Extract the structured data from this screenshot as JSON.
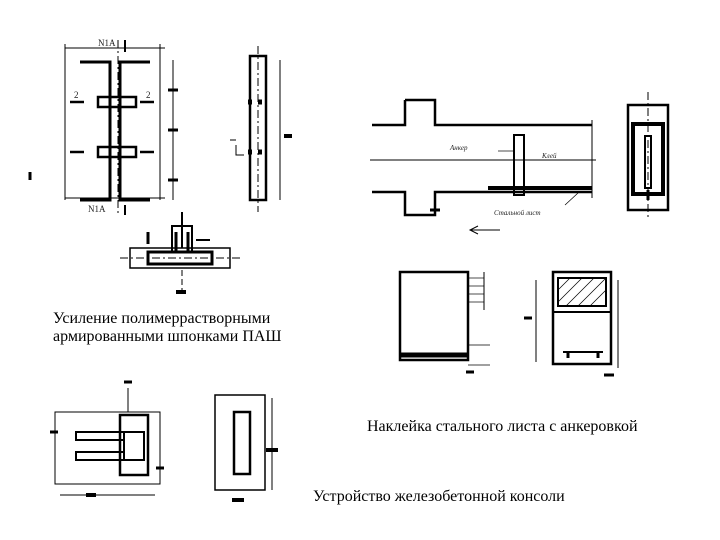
{
  "captions": {
    "caption_1_line1": "Усиление полимерраствoрными",
    "caption_1_line2": "армированными шпонками ПАШ",
    "caption_2": "Наклейка стального листа с анкеровкой",
    "caption_3": "Устройство железобетонной консоли"
  },
  "labels": {
    "section_top": "N1A",
    "section_bottom": "N1A",
    "mark_left": "2",
    "mark_right": "2",
    "callout_anchor": "Анкер",
    "callout_adhesive": "Клей",
    "callout_plate": "Стальной лист"
  }
}
